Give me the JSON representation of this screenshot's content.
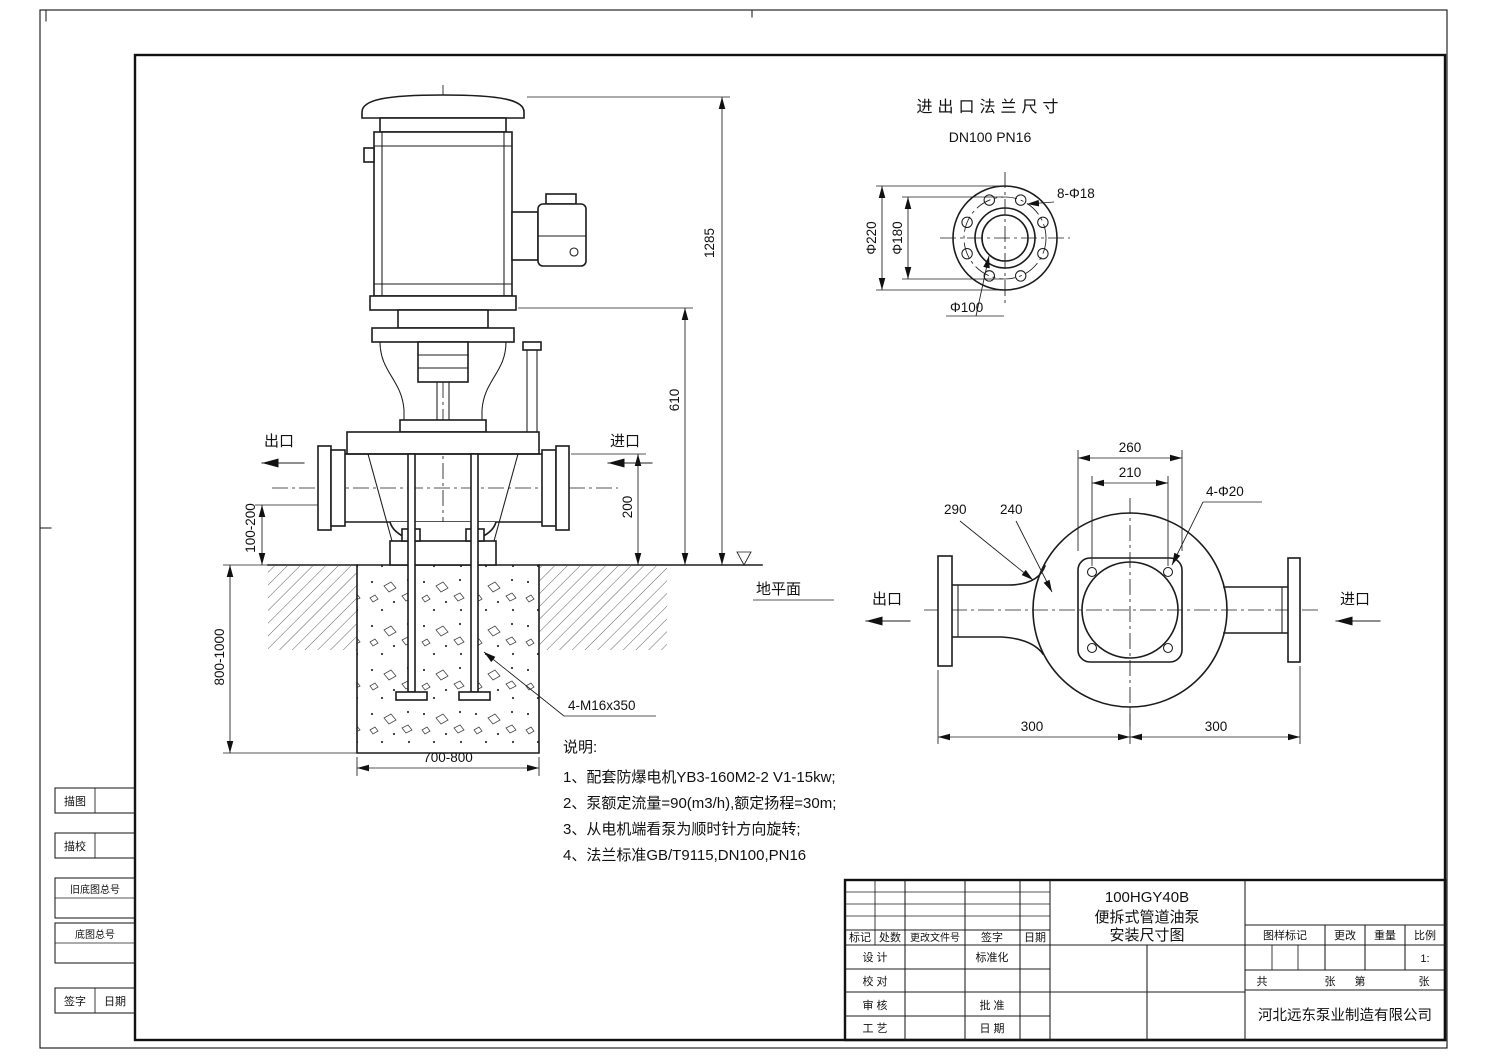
{
  "front_view": {
    "outlet_label": "出口",
    "inlet_label": "进口",
    "ground_label": "地平面",
    "anchor_bolt_label": "4-M16x350",
    "dim_total_height": "1285",
    "dim_motor_height": "610",
    "dim_pipe_height": "200",
    "dim_above_ground": "100-200",
    "dim_foundation_depth": "800-1000",
    "dim_foundation_width": "700-800"
  },
  "flange_view": {
    "title": "进出口法兰尺寸",
    "spec": "DN100 PN16",
    "bolt_holes_label": "8-Φ18",
    "dim_outer_diameter": "Φ220",
    "dim_bolt_circle": "Φ180",
    "dim_bore": "Φ100"
  },
  "top_view": {
    "outlet_label": "出口",
    "inlet_label": "进口",
    "bolt_holes_label": "4-Φ20",
    "dim_flange_width": "260",
    "dim_bolt_spacing": "210",
    "dim_volute_left": "290",
    "dim_volute_right": "240",
    "dim_outlet_to_center": "300",
    "dim_center_to_inlet": "300"
  },
  "notes": {
    "title": "说明:",
    "items": [
      "1、配套防爆电机YB3-160M2-2 V1-15kw;",
      "2、泵额定流量=90(m3/h),额定扬程=30m;",
      "3、从电机端看泵为顺时针方向旋转;",
      "4、法兰标准GB/T9115,DN100,PN16"
    ]
  },
  "title_block": {
    "model": "100HGY40B",
    "product": "便拆式管道油泵",
    "drawing_name": "安装尺寸图",
    "company": "河北远东泵业制造有限公司",
    "rev": {
      "mark": "标记",
      "count": "处数",
      "doc_no": "更改文件号",
      "sign": "签字",
      "date": "日期"
    },
    "roles": {
      "design": "设 计",
      "standardization": "标准化",
      "proofread": "校 对",
      "review": "审 核",
      "approve": "批 准",
      "process": "工 艺",
      "date": "日 期"
    },
    "headers": {
      "stage_mark": "图样标记",
      "change": "更改",
      "weight": "重量",
      "scale": "比例"
    },
    "scale_value": "1:",
    "sheet": {
      "total_label": "共",
      "total_unit": "张",
      "index_label": "第",
      "index_unit": "张"
    }
  },
  "margin_blocks": {
    "trace_drawing": "描图",
    "trace_check": "描校",
    "old_base_no": "旧底图总号",
    "base_no": "底图总号",
    "sign": "签字",
    "date": "日期"
  }
}
